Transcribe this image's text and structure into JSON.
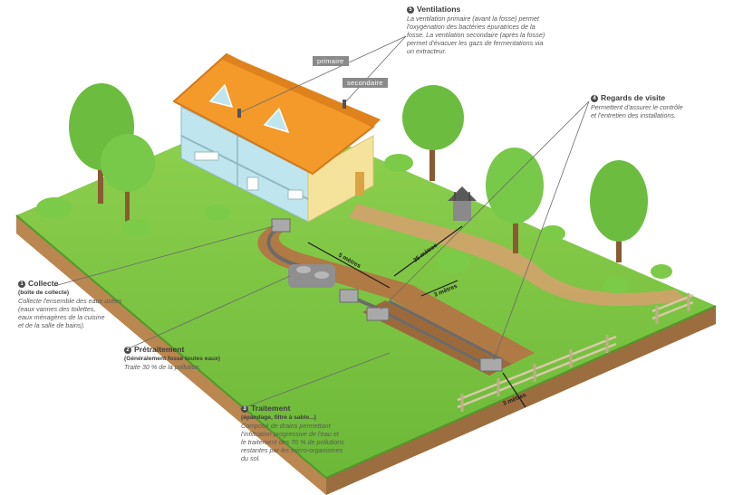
{
  "tags": {
    "primaire": "primaire",
    "secondaire": "secondaire"
  },
  "ventilations": {
    "num": "5",
    "title": "Ventilations",
    "lines": [
      "La ventilation primaire (avant la fosse) permet",
      "l'oxygénation des bactéries épuratrices de la",
      "fosse. La ventilation secondaire (après la fosse)",
      "permet d'évacuer les gazs de fermentations via",
      "un extracteur."
    ]
  },
  "regards": {
    "num": "4",
    "title": "Regards de visite",
    "lines": [
      "Permettent d'assurer le contrôle",
      "et l'entretien des installations."
    ]
  },
  "collecte": {
    "num": "1",
    "title": "Collecte",
    "sub": "(boîte de collecte)",
    "lines": [
      "Collecte l'ensemble des eaux usées",
      "(eaux vannes des toilettes,",
      "eaux ménagères de la cuisine",
      "et de la salle de bains)."
    ]
  },
  "pretraitement": {
    "num": "2",
    "title": "Prétraitement",
    "sub": "(Généralement fosse toutes eaux)",
    "lines": [
      "Traite 30 % de la pollution."
    ]
  },
  "traitement": {
    "num": "3",
    "title": "Traitement",
    "sub": "(épandage, filtre à sable...)",
    "lines": [
      "Composé de drains permettant",
      "l'infiltration progressive de l'eau et",
      "le traitement des 70 % de pollutions",
      "restantes par les micro-organismes",
      "du sol."
    ]
  },
  "dimensions": {
    "d5": "5 mètres",
    "d35": "35 mètres",
    "d3a": "3 mètres",
    "d3b": "3 mètres"
  },
  "colors": {
    "grass": "#7cc242",
    "grass_dark": "#5fa82f",
    "soil": "#c9a06b",
    "soil_dark": "#9c7042",
    "roof": "#f39a2b",
    "wall": "#f7e7a8",
    "tree": "#6cbd3f",
    "trunk": "#8a5a32"
  }
}
